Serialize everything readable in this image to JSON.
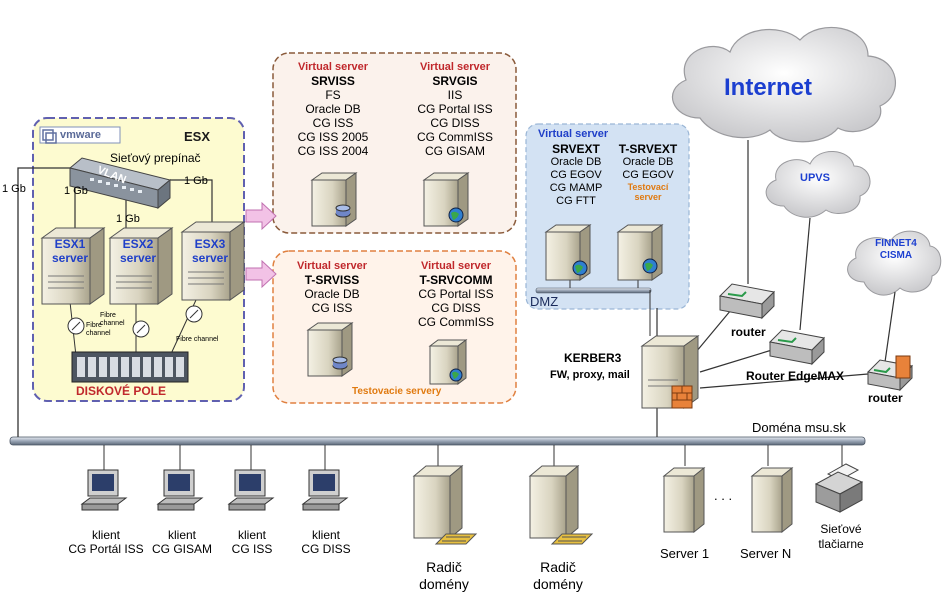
{
  "esx": {
    "vendor": "vmware",
    "title": "ESX",
    "switch_label": "Sieťový prepínač",
    "vlan": "VLAN",
    "servers": [
      {
        "name": "ESX1",
        "role": "server"
      },
      {
        "name": "ESX2",
        "role": "server"
      },
      {
        "name": "ESX3",
        "role": "server"
      }
    ],
    "link_1gb": "1 Gb",
    "fibre_1": "Fibre channel",
    "fibre_2": "Fibre channel",
    "fibre_3": "Fibre channel",
    "storage_label": "DISKOVÉ POLE"
  },
  "virtual_top": {
    "left": {
      "tag": "Virtual server",
      "name": "SRVISS",
      "services": [
        "FS",
        "Oracle DB",
        "CG ISS",
        "CG ISS 2005",
        "CG ISS 2004"
      ]
    },
    "right": {
      "tag": "Virtual server",
      "name": "SRVGIS",
      "services": [
        "IIS",
        "CG Portal ISS",
        "CG DISS",
        "CG CommISS",
        "CG GISAM"
      ]
    }
  },
  "virtual_test": {
    "left": {
      "tag": "Virtual server",
      "name": "T-SRVISS",
      "services": [
        "Oracle DB",
        "CG ISS"
      ]
    },
    "right": {
      "tag": "Virtual server",
      "name": "T-SRVCOMM",
      "services": [
        "CG Portal ISS",
        "CG DISS",
        "CG CommISS"
      ]
    },
    "caption": "Testovacie servery"
  },
  "dmz": {
    "tag": "Virtual server",
    "left": {
      "name": "SRVEXT",
      "services": [
        "Oracle DB",
        "CG EGOV",
        "CG MAMP",
        "CG FTT"
      ]
    },
    "right": {
      "name": "T-SRVEXT",
      "services": [
        "Oracle DB",
        "CG EGOV"
      ],
      "note": [
        "Testovací",
        "server"
      ]
    },
    "label": "DMZ"
  },
  "internet": {
    "label": "Internet"
  },
  "upvs": {
    "label": "UPVS"
  },
  "finnet": {
    "label": [
      "FINNET4",
      "CISMA"
    ]
  },
  "routers": {
    "router1": "router",
    "router2": "Router EdgeMAX",
    "router3": "router"
  },
  "kerber": {
    "name": "KERBER3",
    "desc": "FW, proxy, mail"
  },
  "domain": {
    "label": "Doména msu.sk"
  },
  "left_link": "1 Gb",
  "clients": [
    {
      "line1": "klient",
      "line2": "CG Portál ISS"
    },
    {
      "line1": "klient",
      "line2": "CG GISAM"
    },
    {
      "line1": "klient",
      "line2": "CG ISS"
    },
    {
      "line1": "klient",
      "line2": "CG DISS"
    }
  ],
  "controllers": [
    {
      "line1": "Radič",
      "line2": "domény"
    },
    {
      "line1": "Radič",
      "line2": "domény"
    }
  ],
  "servers": {
    "s1": "Server 1",
    "dots": ". . .",
    "sn": "Server N"
  },
  "printers": {
    "line1": "Sieťové",
    "line2": "tlačiarne"
  }
}
